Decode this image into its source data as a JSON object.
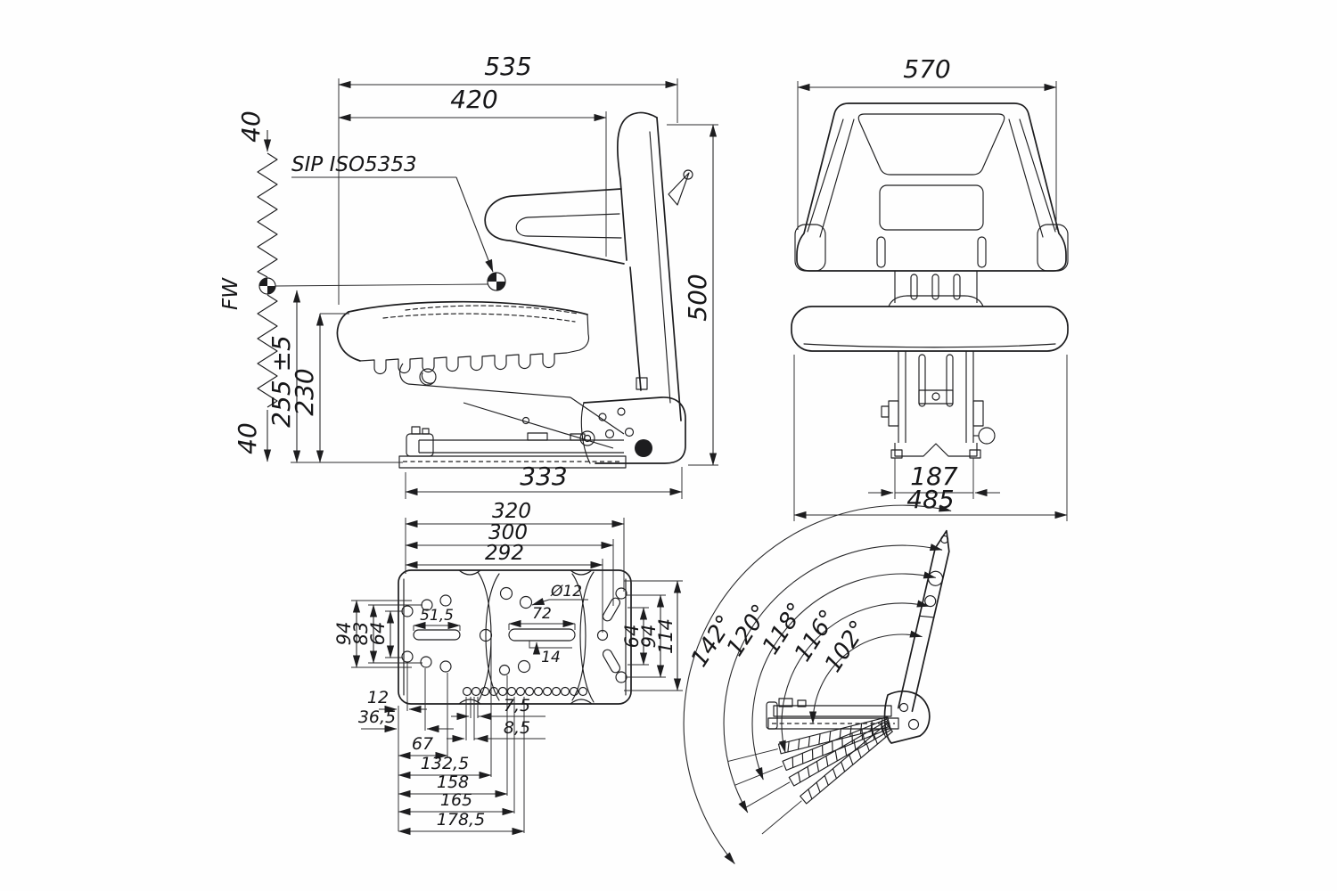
{
  "side_view": {
    "sip_label": "SIP ISO5353",
    "fw_label": "FW",
    "dims": {
      "total_width": "535",
      "seat_depth": "420",
      "travel_top": "40",
      "travel_bottom": "40",
      "sip_height": "255 ±5",
      "cushion_height": "230",
      "total_height": "500",
      "rail_length": "333"
    }
  },
  "front_view": {
    "dims": {
      "backrest_width": "570",
      "suspension_width": "187",
      "base_width": "485"
    }
  },
  "mounting_plate_view": {
    "dims_top": [
      "320",
      "300",
      "292"
    ],
    "dims_left": [
      "94",
      "83",
      "64"
    ],
    "dims_right": [
      "64",
      "94",
      "114"
    ],
    "dims_bottom": [
      "12",
      "36,5",
      "7,5",
      "8,5",
      "67",
      "132,5",
      "158",
      "165",
      "178,5"
    ],
    "slot_left_width": "51,5",
    "hole_diameter": "Ø12",
    "slot_center_width": "72",
    "slot_center_height": "14"
  },
  "backrest_angle_view": {
    "angles": [
      "142°",
      "120°",
      "118°",
      "116°",
      "102°"
    ]
  }
}
